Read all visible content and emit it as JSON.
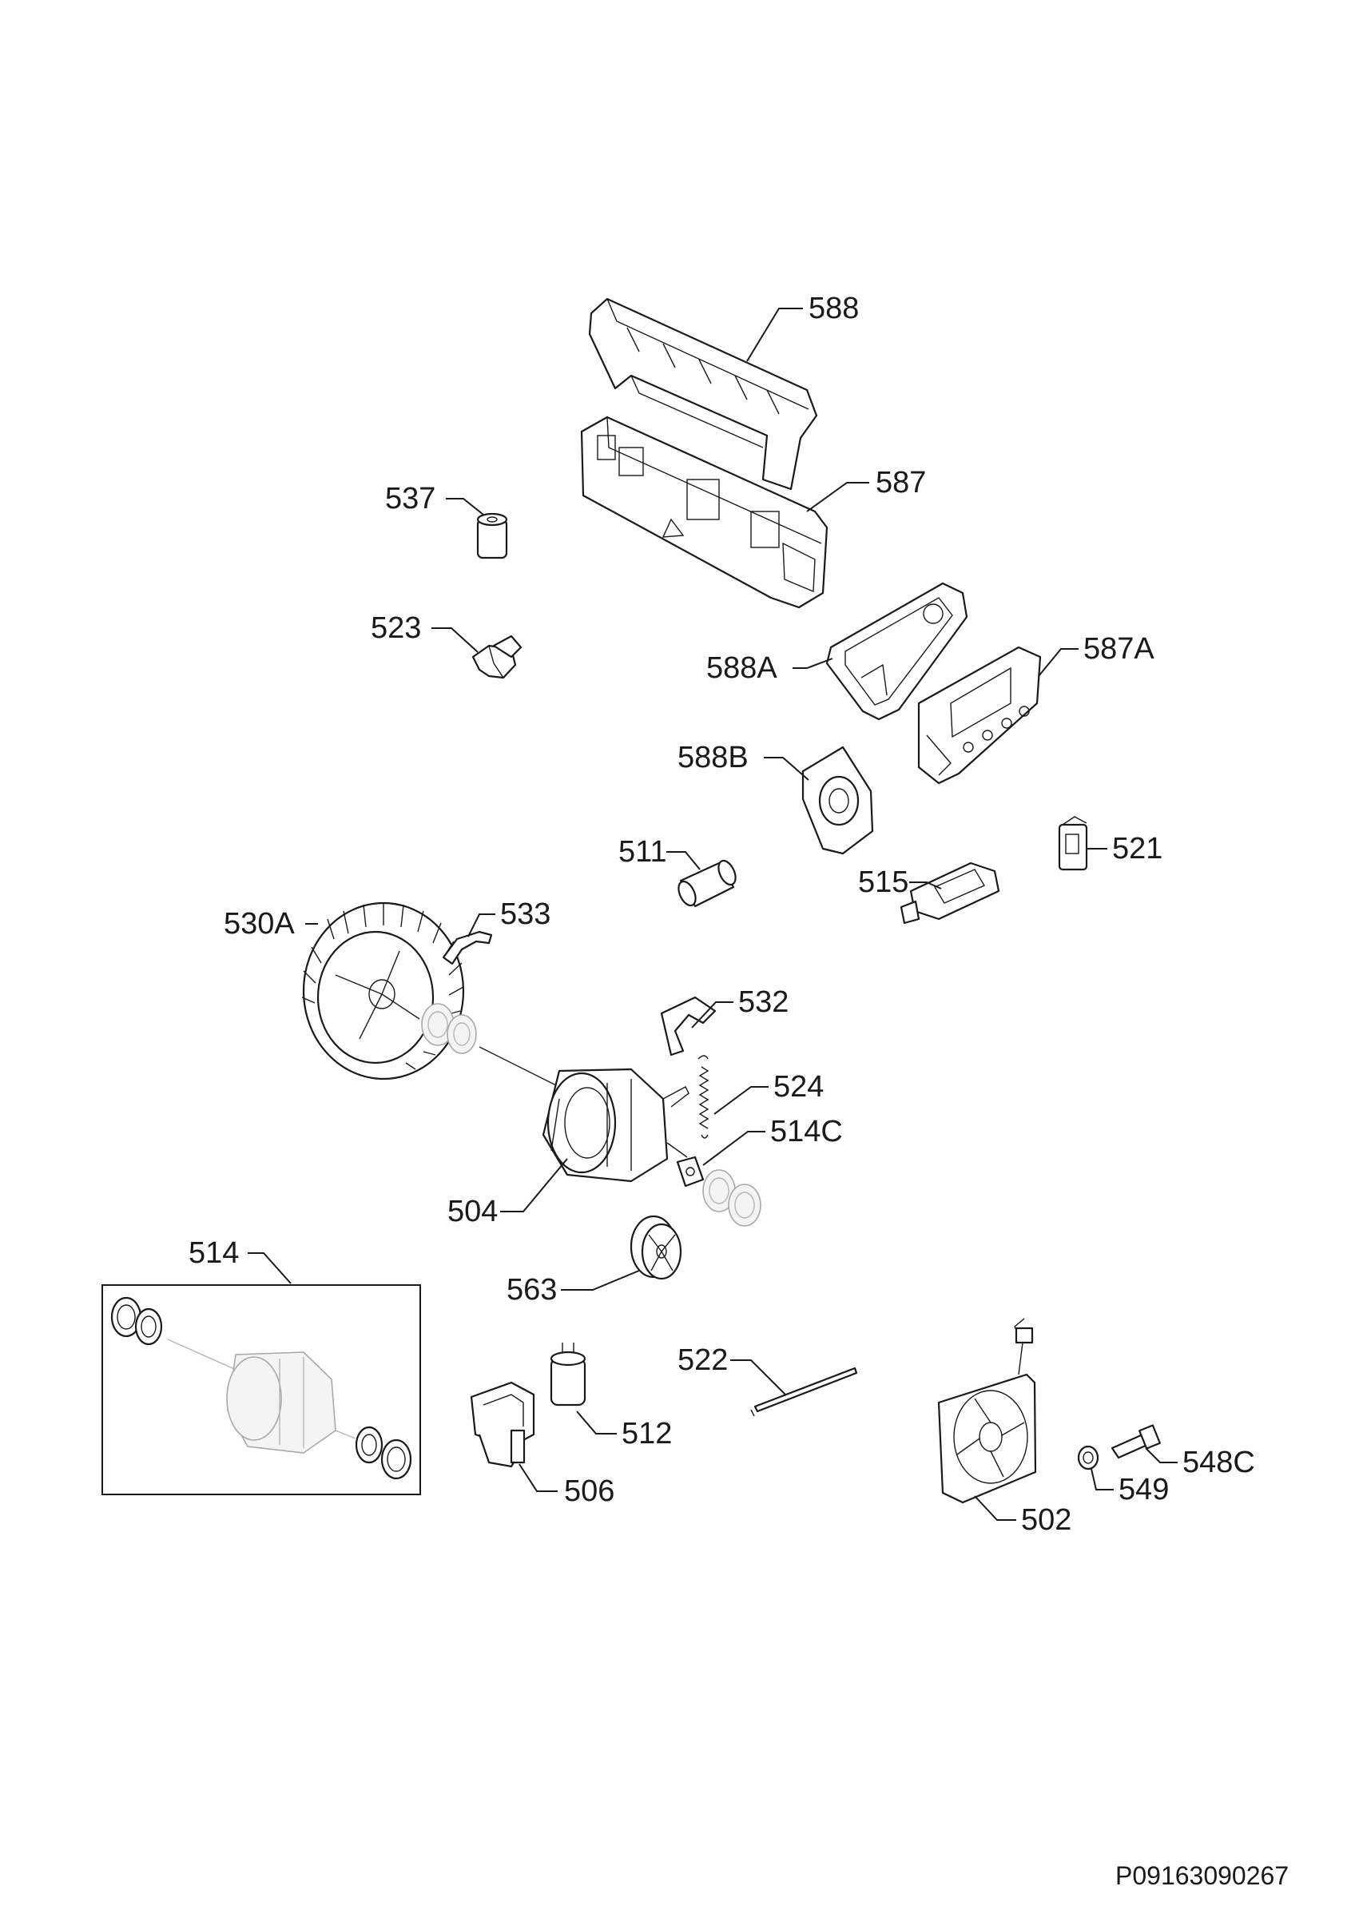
{
  "document_code": "P09163090267",
  "callouts": {
    "c588": "588",
    "c587": "587",
    "c537": "537",
    "c523": "523",
    "c588A": "588A",
    "c587A": "587A",
    "c588B": "588B",
    "c511": "511",
    "c521": "521",
    "c515": "515",
    "c530A": "530A",
    "c533": "533",
    "c532": "532",
    "c524": "524",
    "c514C": "514C",
    "c504": "504",
    "c514": "514",
    "c563": "563",
    "c522": "522",
    "c512": "512",
    "c506": "506",
    "c548C": "548C",
    "c549": "549",
    "c502": "502"
  }
}
